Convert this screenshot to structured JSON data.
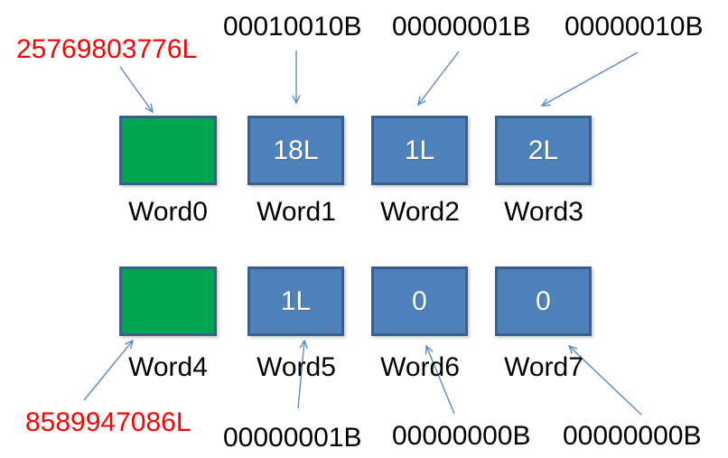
{
  "diagram": {
    "description": "memory word diagram with decimal and binary annotations"
  },
  "colors": {
    "green_fill": "#00a651",
    "blue_fill": "#4f81bd",
    "box_border": "#3a5f8b",
    "arrow_blue": "#5b8ac6",
    "red_text": "#ff0000",
    "black_text": "#000000",
    "value_text": "#ffffff"
  },
  "words": [
    {
      "label": "Word0",
      "value": "",
      "fill": "green"
    },
    {
      "label": "Word1",
      "value": "18L",
      "fill": "blue"
    },
    {
      "label": "Word2",
      "value": "1L",
      "fill": "blue"
    },
    {
      "label": "Word3",
      "value": "2L",
      "fill": "blue"
    },
    {
      "label": "Word4",
      "value": "",
      "fill": "green"
    },
    {
      "label": "Word5",
      "value": "1L",
      "fill": "blue"
    },
    {
      "label": "Word6",
      "value": "0",
      "fill": "blue"
    },
    {
      "label": "Word7",
      "value": "0",
      "fill": "blue"
    }
  ],
  "annotations": {
    "top_red": "25769803776L",
    "top_binary": [
      "00010010B",
      "00000001B",
      "00000010B"
    ],
    "bottom_red": "8589947086L",
    "bottom_binary": [
      "00000001B",
      "00000000B",
      "00000000B"
    ]
  }
}
